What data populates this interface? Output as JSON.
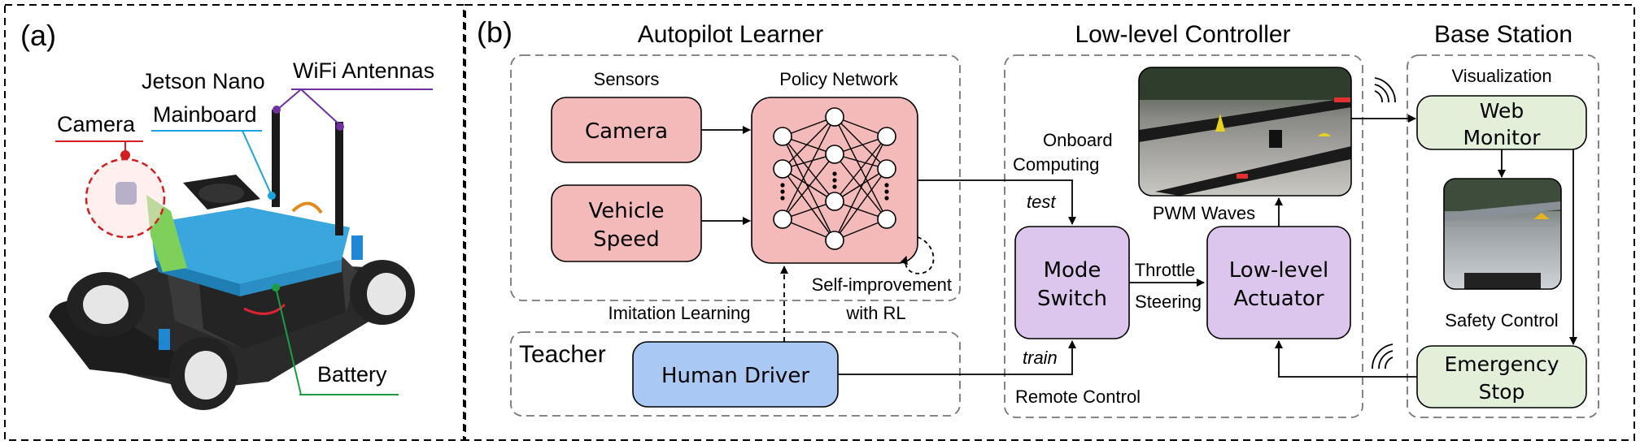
{
  "panel_a": {
    "label": "(a)",
    "callouts": {
      "camera": "Camera",
      "jetson_line1": "Jetson Nano",
      "jetson_line2": "Mainboard",
      "wifi": "WiFi Antennas",
      "battery": "Battery"
    }
  },
  "panel_b": {
    "label": "(b)",
    "autopilot": {
      "title": "Autopilot Learner",
      "sensors_label": "Sensors",
      "policy_label": "Policy Network",
      "camera": "Camera",
      "speed_line1": "Vehicle",
      "speed_line2": "Speed",
      "self_improvement_line1": "Self-improvement",
      "self_improvement_line2": "with RL"
    },
    "teacher": {
      "label": "Teacher",
      "imitation": "Imitation Learning",
      "human_driver": "Human Driver"
    },
    "controller": {
      "title": "Low-level Controller",
      "onboard_line1": "Onboard",
      "onboard_line2": "Computing",
      "test": "test",
      "train": "train",
      "mode_line1": "Mode",
      "mode_line2": "Switch",
      "throttle": "Throttle",
      "steering": "Steering",
      "actuator_line1": "Low-level",
      "actuator_line2": "Actuator",
      "pwm": "PWM Waves",
      "remote": "Remote Control"
    },
    "base": {
      "title": "Base Station",
      "visualization": "Visualization",
      "monitor_line1": "Web",
      "monitor_line2": "Monitor",
      "safety": "Safety Control",
      "stop_line1": "Emergency",
      "stop_line2": "Stop"
    }
  },
  "colors": {
    "red_label": "#d21f1f",
    "sensor_fill": "#f4b9b9",
    "policy_fill": "#f4b9b9",
    "human_fill": "#a9c9f4",
    "controller_fill": "#dcc6ee",
    "base_fill": "#e2efd9",
    "jetson_blue": "#1aa3dc",
    "wifi_purple": "#7030a0",
    "battery_green": "#1e9e44"
  }
}
